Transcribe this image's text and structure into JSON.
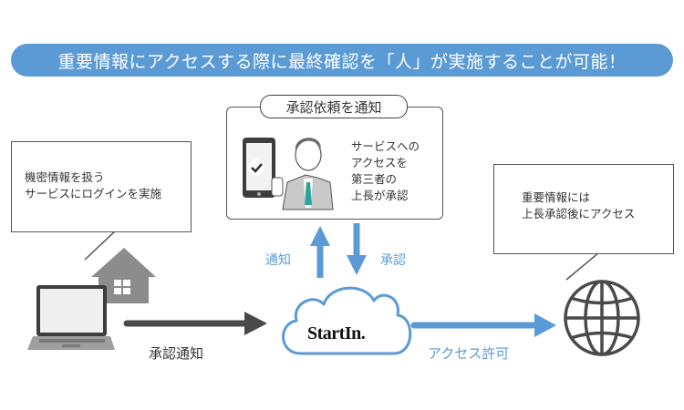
{
  "banner": {
    "text": "重要情報にアクセスする際に最終確認を「人」が実施することが可能！"
  },
  "approval_panel": {
    "title": "承認依頼を通知",
    "description_lines": [
      "サービスへの",
      "アクセスを",
      "第三者の",
      "上長が承認"
    ]
  },
  "left_bubble": {
    "lines": [
      "機密情報を扱う",
      "サービスにログインを実施"
    ]
  },
  "right_bubble": {
    "lines": [
      "重要情報には",
      "上長承認後にアクセス"
    ]
  },
  "arrows": {
    "notify_label": "通知",
    "approve_label": "承認",
    "approval_notice_label": "承認通知",
    "access_granted_label": "アクセス許可"
  },
  "logo": {
    "text": "StartIn."
  },
  "colors": {
    "accent_blue": "#5b9bd5",
    "dark_gray": "#4a4a4a",
    "house_gray": "#8c8c8c",
    "tie_teal": "#2aa39a"
  }
}
